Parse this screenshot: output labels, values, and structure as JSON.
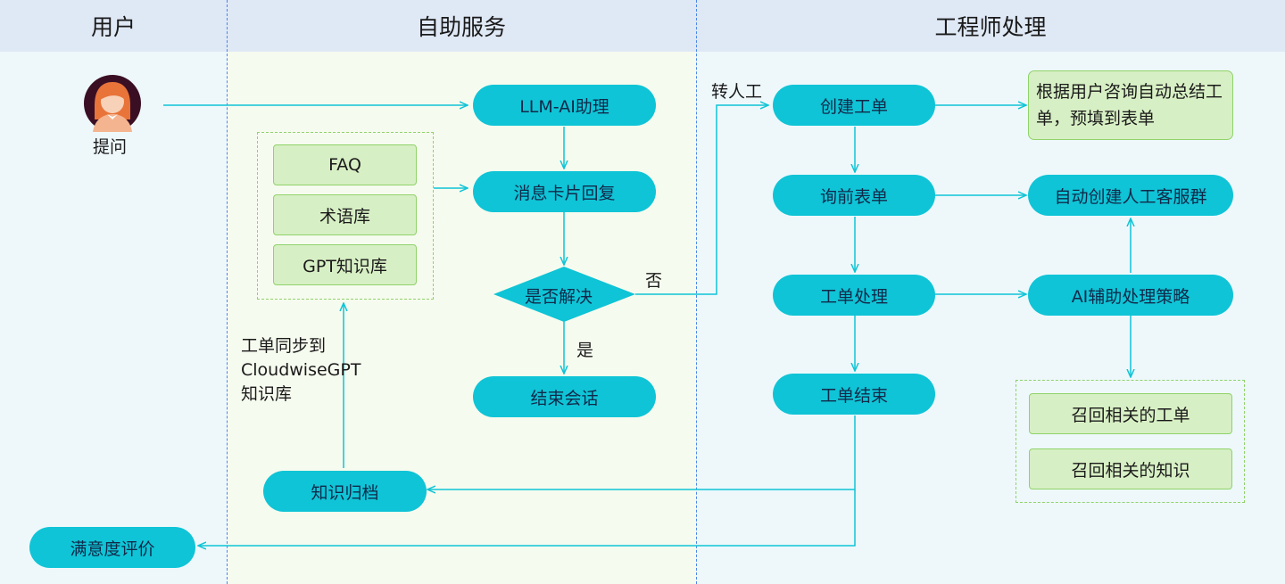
{
  "lanes": {
    "user": "用户",
    "self_service": "自助服务",
    "engineer": "工程师处理"
  },
  "user": {
    "ask_label": "提问",
    "satisfaction": "满意度评价"
  },
  "self_service": {
    "llm_assistant": "LLM-AI助理",
    "message_card": "消息卡片回复",
    "resolved_decision": "是否解决",
    "end_session": "结束会话",
    "knowledge_sources": [
      "FAQ",
      "术语库",
      "GPT知识库"
    ],
    "knowledge_archive": "知识归档",
    "sync_note": "工单同步到\nCloudwiseGPT\n知识库",
    "yes_label": "是",
    "no_label": "否"
  },
  "engineer": {
    "transfer_label": "转人工",
    "create_ticket": "创建工单",
    "inquiry_form": "询前表单",
    "ticket_processing": "工单处理",
    "ticket_end": "工单结束",
    "auto_summary": "根据用户咨询自动总结工单，预填到表单",
    "auto_group": "自动创建人工客服群",
    "ai_strategy": "AI辅助处理策略",
    "recall_items": [
      "召回相关的工单",
      "召回相关的知识"
    ]
  },
  "colors": {
    "pill": "#0fc4d6",
    "arrow": "#0fc4d6",
    "green_fill": "#d7efc4",
    "green_border": "#8fd36a",
    "header_bg": "#dfe8f5",
    "self_service_bg": "#f6fbef",
    "engineer_bg": "#eef8fb",
    "user_bg": "#eef8fb"
  }
}
